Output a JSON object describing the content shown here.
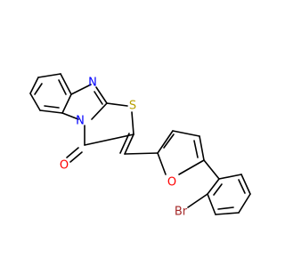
{
  "molecule": {
    "atom_labels": {
      "n_imine": "N",
      "n_bridge": "N",
      "s_thiazole": "S",
      "o_carbonyl": "O",
      "o_furan": "O",
      "br": "Br"
    },
    "colors": {
      "bond": "#000000",
      "nitrogen": "#0000ff",
      "sulfur": "#b8a000",
      "oxygen": "#ff0000",
      "bromine": "#a52a2a"
    }
  }
}
